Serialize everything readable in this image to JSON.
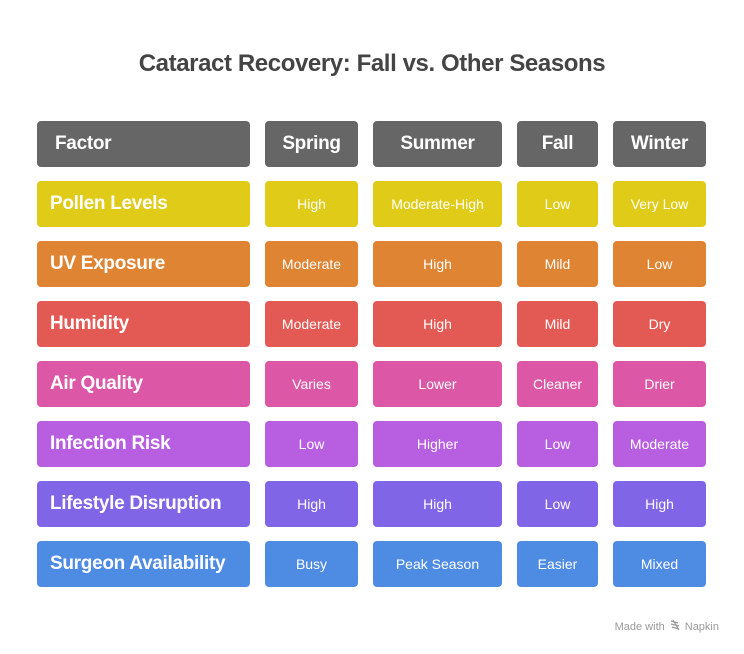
{
  "title": "Cataract Recovery: Fall vs. Other Seasons",
  "header": {
    "color": "#666666",
    "labels": [
      "Factor",
      "Spring",
      "Summer",
      "Fall",
      "Winter"
    ]
  },
  "rows": [
    {
      "factor": "Pollen Levels",
      "color": "#DFCB18",
      "values": [
        "High",
        "Moderate-High",
        "Low",
        "Very Low"
      ]
    },
    {
      "factor": "UV Exposure",
      "color": "#DE8432",
      "values": [
        "Moderate",
        "High",
        "Mild",
        "Low"
      ]
    },
    {
      "factor": "Humidity",
      "color": "#E35A55",
      "values": [
        "Moderate",
        "High",
        "Mild",
        "Dry"
      ]
    },
    {
      "factor": "Air Quality",
      "color": "#DC58A7",
      "values": [
        "Varies",
        "Lower",
        "Cleaner",
        "Drier"
      ]
    },
    {
      "factor": "Infection Risk",
      "color": "#B75EE1",
      "values": [
        "Low",
        "Higher",
        "Low",
        "Moderate"
      ]
    },
    {
      "factor": "Lifestyle Disruption",
      "color": "#8065E6",
      "values": [
        "High",
        "High",
        "Low",
        "High"
      ]
    },
    {
      "factor": "Surgeon Availability",
      "color": "#4E8BE3",
      "values": [
        "Busy",
        "Peak Season",
        "Easier",
        "Mixed"
      ]
    }
  ],
  "footer": {
    "made_with": "Made with",
    "brand": "Napkin",
    "icon": "napkin-logo-icon"
  }
}
